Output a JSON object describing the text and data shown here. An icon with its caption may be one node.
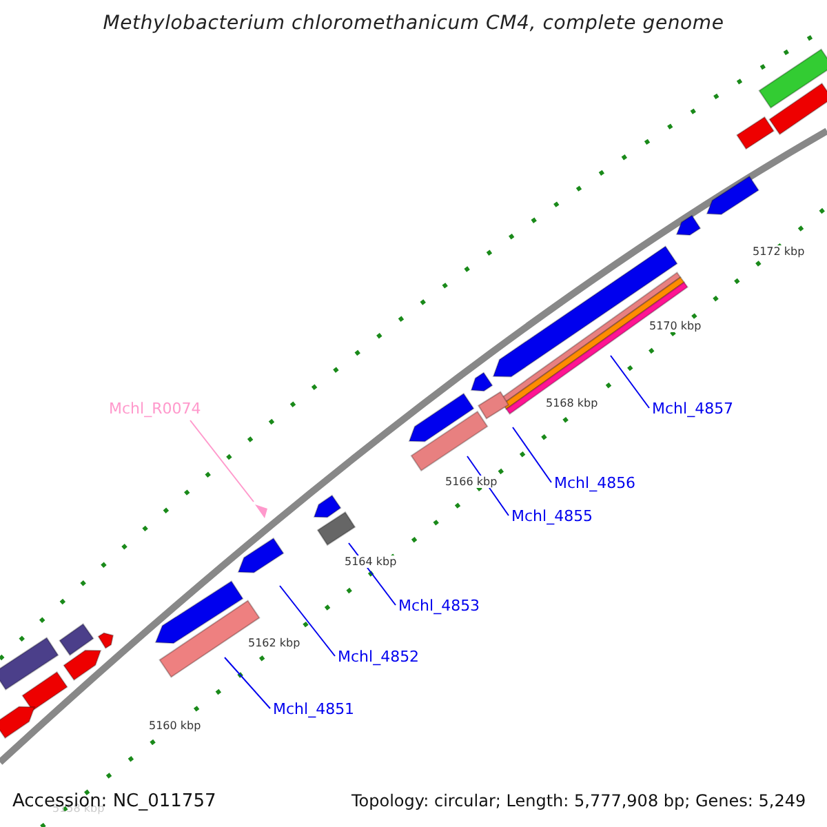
{
  "diagram": {
    "title": "Methylobacterium chloromethanicum CM4, complete genome",
    "nodes": [
      {
        "text": [
          "Mchl_R0074"
        ]
      },
      {
        "text": [
          "Mchl_4857"
        ]
      },
      {
        "text": [
          "Mchl_4856"
        ]
      },
      {
        "text": [
          "Mchl_4855"
        ]
      },
      {
        "text": [
          "Mchl_4853"
        ]
      },
      {
        "text": [
          "Mchl_4852"
        ]
      },
      {
        "text": [
          "Mchl_4851"
        ]
      },
      {
        "text": [],
        "shape": "triangle"
      },
      {
        "text": [],
        "shape": "bar"
      },
      {
        "text": [],
        "shape": "bar"
      },
      {
        "text": [],
        "shape": "bar"
      },
      {
        "text": [],
        "shape": "bar"
      },
      {
        "text": [],
        "shape": "bar"
      },
      {
        "text": [],
        "shape": "bar"
      },
      {
        "text": [],
        "shape": "bar"
      },
      {
        "text": [],
        "shape": "bar"
      },
      {
        "text": [],
        "shape": "bar"
      },
      {
        "text": [],
        "shape": "bar"
      },
      {
        "text": [],
        "shape": "bar"
      },
      {
        "text": [],
        "shape": "bar"
      },
      {
        "text": [],
        "shape": "bar"
      },
      {
        "text": [],
        "shape": "bar"
      },
      {
        "text": [],
        "shape": "bar"
      },
      {
        "text": [],
        "shape": "bar"
      },
      {
        "text": [],
        "shape": "bar"
      },
      {
        "text": [],
        "shape": "bar"
      },
      {
        "text": [],
        "shape": "bar"
      },
      {
        "text": [],
        "shape": "bar"
      },
      {
        "text": [],
        "shape": "bar"
      },
      {
        "text": [],
        "shape": "bar"
      }
    ],
    "edges": [
      {
        "from": 0,
        "to": 7,
        "arrow": "none",
        "color": "#ff99cc"
      },
      {
        "from": 1,
        "to": 8,
        "arrow": "none"
      },
      {
        "from": 2,
        "to": 9,
        "arrow": "none"
      },
      {
        "from": 3,
        "to": 10,
        "arrow": "none"
      },
      {
        "from": 4,
        "to": 11,
        "arrow": "none"
      },
      {
        "from": 5,
        "to": 12,
        "arrow": "none"
      },
      {
        "from": 6,
        "to": 13,
        "arrow": "none"
      }
    ],
    "labels": [
      "5172 kbp",
      "5170 kbp",
      "5168 kbp",
      "5166 kbp",
      "5164 kbp",
      "5162 kbp",
      "5160 kbp",
      "5158 kbp",
      "Accession: NC_011757",
      "Topology: circular; Length: 5,777,908 bp; Genes: 5,249"
    ]
  }
}
